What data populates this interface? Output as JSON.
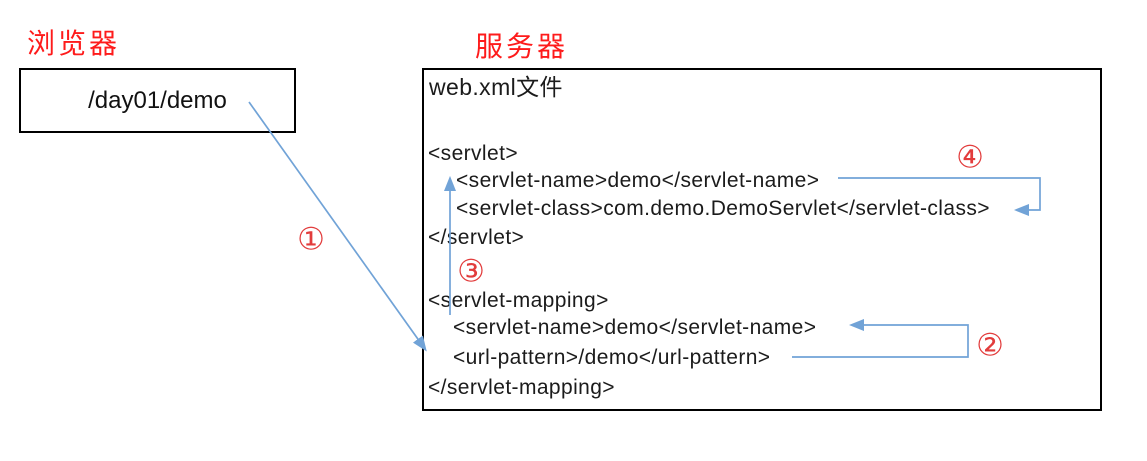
{
  "browser": {
    "title": "浏览器",
    "request_path": "/day01/demo"
  },
  "server": {
    "title": "服务器",
    "file_label": "web.xml文件",
    "xml_lines": [
      "<servlet>",
      "<servlet-name>demo</servlet-name>",
      "<servlet-class>com.demo.DemoServlet</servlet-class>",
      "</servlet>",
      "<servlet-mapping>",
      "<servlet-name>demo</servlet-name>",
      "<url-pattern>/demo</url-pattern>",
      "</servlet-mapping>"
    ]
  },
  "steps": [
    "①",
    "②",
    "③",
    "④"
  ],
  "colors": {
    "titleRed": "#fe1b1b",
    "badgeRed": "#e23c3c",
    "arrowBlue": "#71a3d7"
  }
}
